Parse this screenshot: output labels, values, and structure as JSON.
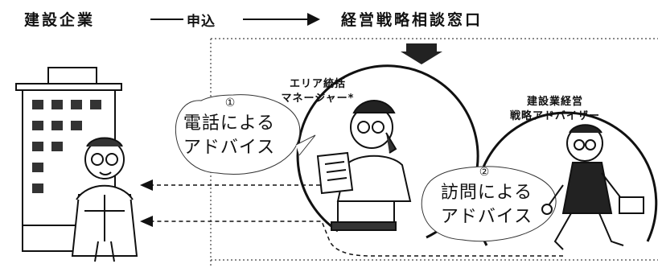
{
  "header": {
    "company": "建設企業",
    "apply": "申込",
    "window": "経営戦略相談窓口"
  },
  "manager": {
    "number": "①",
    "role_line1": "エリア統括",
    "role_line2": "マネージャー*",
    "advice_line1": "電話による",
    "advice_line2": "アドバイス"
  },
  "advisor": {
    "number": "②",
    "role_line1": "建設業経営",
    "role_line2": "戦略アドバイザー",
    "advice_line1": "訪問による",
    "advice_line2": "アドバイス"
  }
}
